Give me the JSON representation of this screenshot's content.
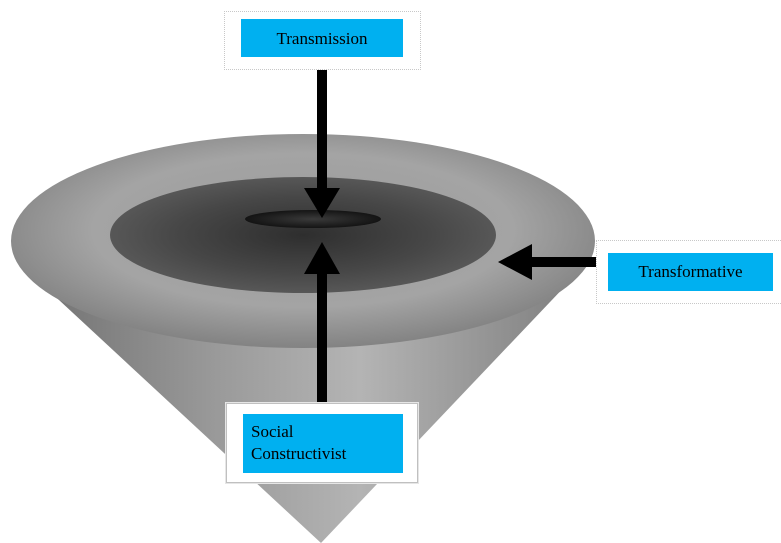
{
  "labels": {
    "transmission": "Transmission",
    "transformative": "Transformative",
    "social_line1": "Social",
    "social_line2": "Constructivist"
  },
  "colors": {
    "label_fill": "#00b0f0",
    "arrow": "#000000",
    "cone_outer": "#808080",
    "cone_inner": "#4a4a4a",
    "cone_center": "#111111"
  }
}
